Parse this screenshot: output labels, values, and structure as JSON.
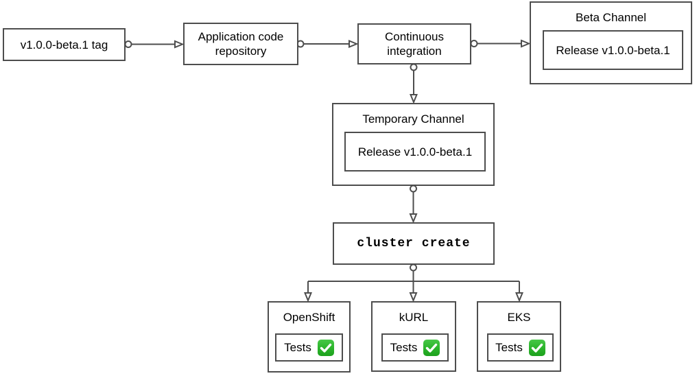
{
  "diagram": {
    "tag": {
      "label": "v1.0.0-beta.1 tag"
    },
    "repo": {
      "label": "Application code repository"
    },
    "ci": {
      "label": "Continuous integration"
    },
    "beta_channel": {
      "title": "Beta Channel",
      "release_label": "Release v1.0.0-beta.1"
    },
    "temporary_channel": {
      "title": "Temporary Channel",
      "release_label": "Release v1.0.0-beta.1"
    },
    "cluster_create": {
      "label": "cluster create"
    },
    "clusters": [
      {
        "title": "OpenShift",
        "tests_label": "Tests",
        "status": "passed",
        "status_icon": "check-mark-icon"
      },
      {
        "title": "kURL",
        "tests_label": "Tests",
        "status": "passed",
        "status_icon": "check-mark-icon"
      },
      {
        "title": "EKS",
        "tests_label": "Tests",
        "status": "passed",
        "status_icon": "check-mark-icon"
      }
    ],
    "colors": {
      "border": "#4d4d4d",
      "text": "#000000",
      "check_green": "#2ab32a",
      "background": "#ffffff"
    }
  }
}
